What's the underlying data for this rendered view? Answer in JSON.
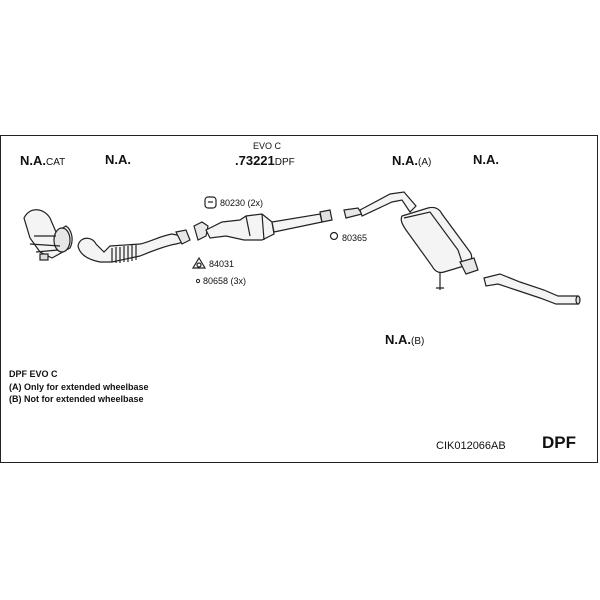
{
  "labels": {
    "na_cat_main": "N.A.",
    "na_cat_suffix": "CAT",
    "na_front": "N.A.",
    "evo_title": "EVO C",
    "dpf_part_no": ".73221",
    "dpf_part_suffix": "DPF",
    "na_a_main": "N.A.",
    "na_a_suffix": "(A)",
    "na_rear": "N.A.",
    "na_b_main": "N.A.",
    "na_b_suffix": "(B)"
  },
  "parts": {
    "p80230": "80230 (2x)",
    "p84031": "84031",
    "p80658": "80658 (3x)",
    "p80365": "80365"
  },
  "notes": {
    "line1": "DPF EVO C",
    "line2": "(A) Only for extended wheelbase",
    "line3": "(B) Not for extended wheelbase"
  },
  "footer": {
    "kit_code": "CIK012066AB",
    "kit_type": "DPF"
  }
}
